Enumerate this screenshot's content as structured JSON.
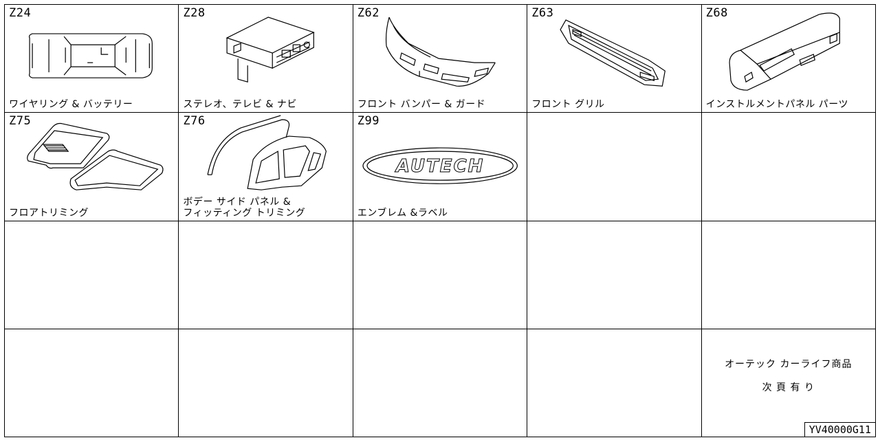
{
  "cells": [
    {
      "code": "Z24",
      "lines": [
        "ワイヤリング & バッテリー"
      ],
      "icon": "car-wiring-icon"
    },
    {
      "code": "Z28",
      "lines": [
        "ステレオ、テレビ & ナビ"
      ],
      "icon": "stereo-unit-icon"
    },
    {
      "code": "Z62",
      "lines": [
        "フロント バンパー & ガード"
      ],
      "icon": "front-bumper-icon"
    },
    {
      "code": "Z63",
      "lines": [
        "フロント グリル"
      ],
      "icon": "front-grille-icon"
    },
    {
      "code": "Z68",
      "lines": [
        "インストルメントパネル パーツ"
      ],
      "icon": "instrument-panel-icon"
    },
    {
      "code": "Z75",
      "lines": [
        "フロアトリミング"
      ],
      "icon": "floor-mat-icon"
    },
    {
      "code": "Z76",
      "lines": [
        "ボデー サイド パネル &",
        "フィッティング トリミング"
      ],
      "icon": "body-side-panel-icon"
    },
    {
      "code": "Z99",
      "lines": [
        "エンブレム &ラベル"
      ],
      "icon": "autech-emblem-icon",
      "emblem_text": "AUTECH"
    }
  ],
  "note": {
    "line1": "オーテック カーライフ商品",
    "line2": "次 頁 有 り"
  },
  "reference": "YV40000G11"
}
